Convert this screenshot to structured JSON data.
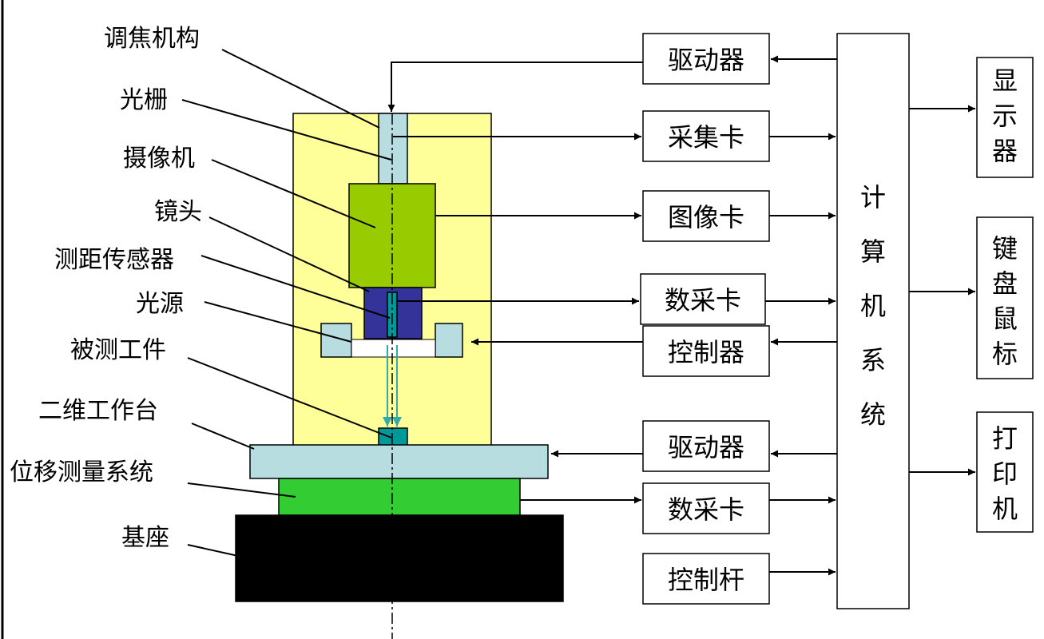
{
  "colors": {
    "frame": "#ffff99",
    "camera": "#99cc00",
    "lens": "#333399",
    "sensor": "#009999",
    "grating": "#b7dde1",
    "light_source": "#b7dde1",
    "workpiece": "#009999",
    "stage": "#b7dde1",
    "measure_system": "#33cc33",
    "base": "#000000",
    "beam": "#33aaaa"
  },
  "left_labels": {
    "focus_mechanism": "调焦机构",
    "grating": "光栅",
    "camera": "摄像机",
    "lens": "镜头",
    "distance_sensor": "测距传感器",
    "light_source": "光源",
    "workpiece": "被测工件",
    "xy_stage": "二维工作台",
    "displacement_system": "位移测量系统",
    "base": "基座"
  },
  "middle_boxes": {
    "driver_top": "驱动器",
    "acq_card": "采集卡",
    "image_card": "图像卡",
    "daq_card_top": "数采卡",
    "controller": "控制器",
    "driver_bottom": "驱动器",
    "daq_card_bottom": "数采卡",
    "joystick": "控制杆"
  },
  "computer": "计算机系统",
  "right_boxes": {
    "display": "显示器",
    "keyboard_mouse": "键盘鼠标",
    "printer": "打印机"
  }
}
